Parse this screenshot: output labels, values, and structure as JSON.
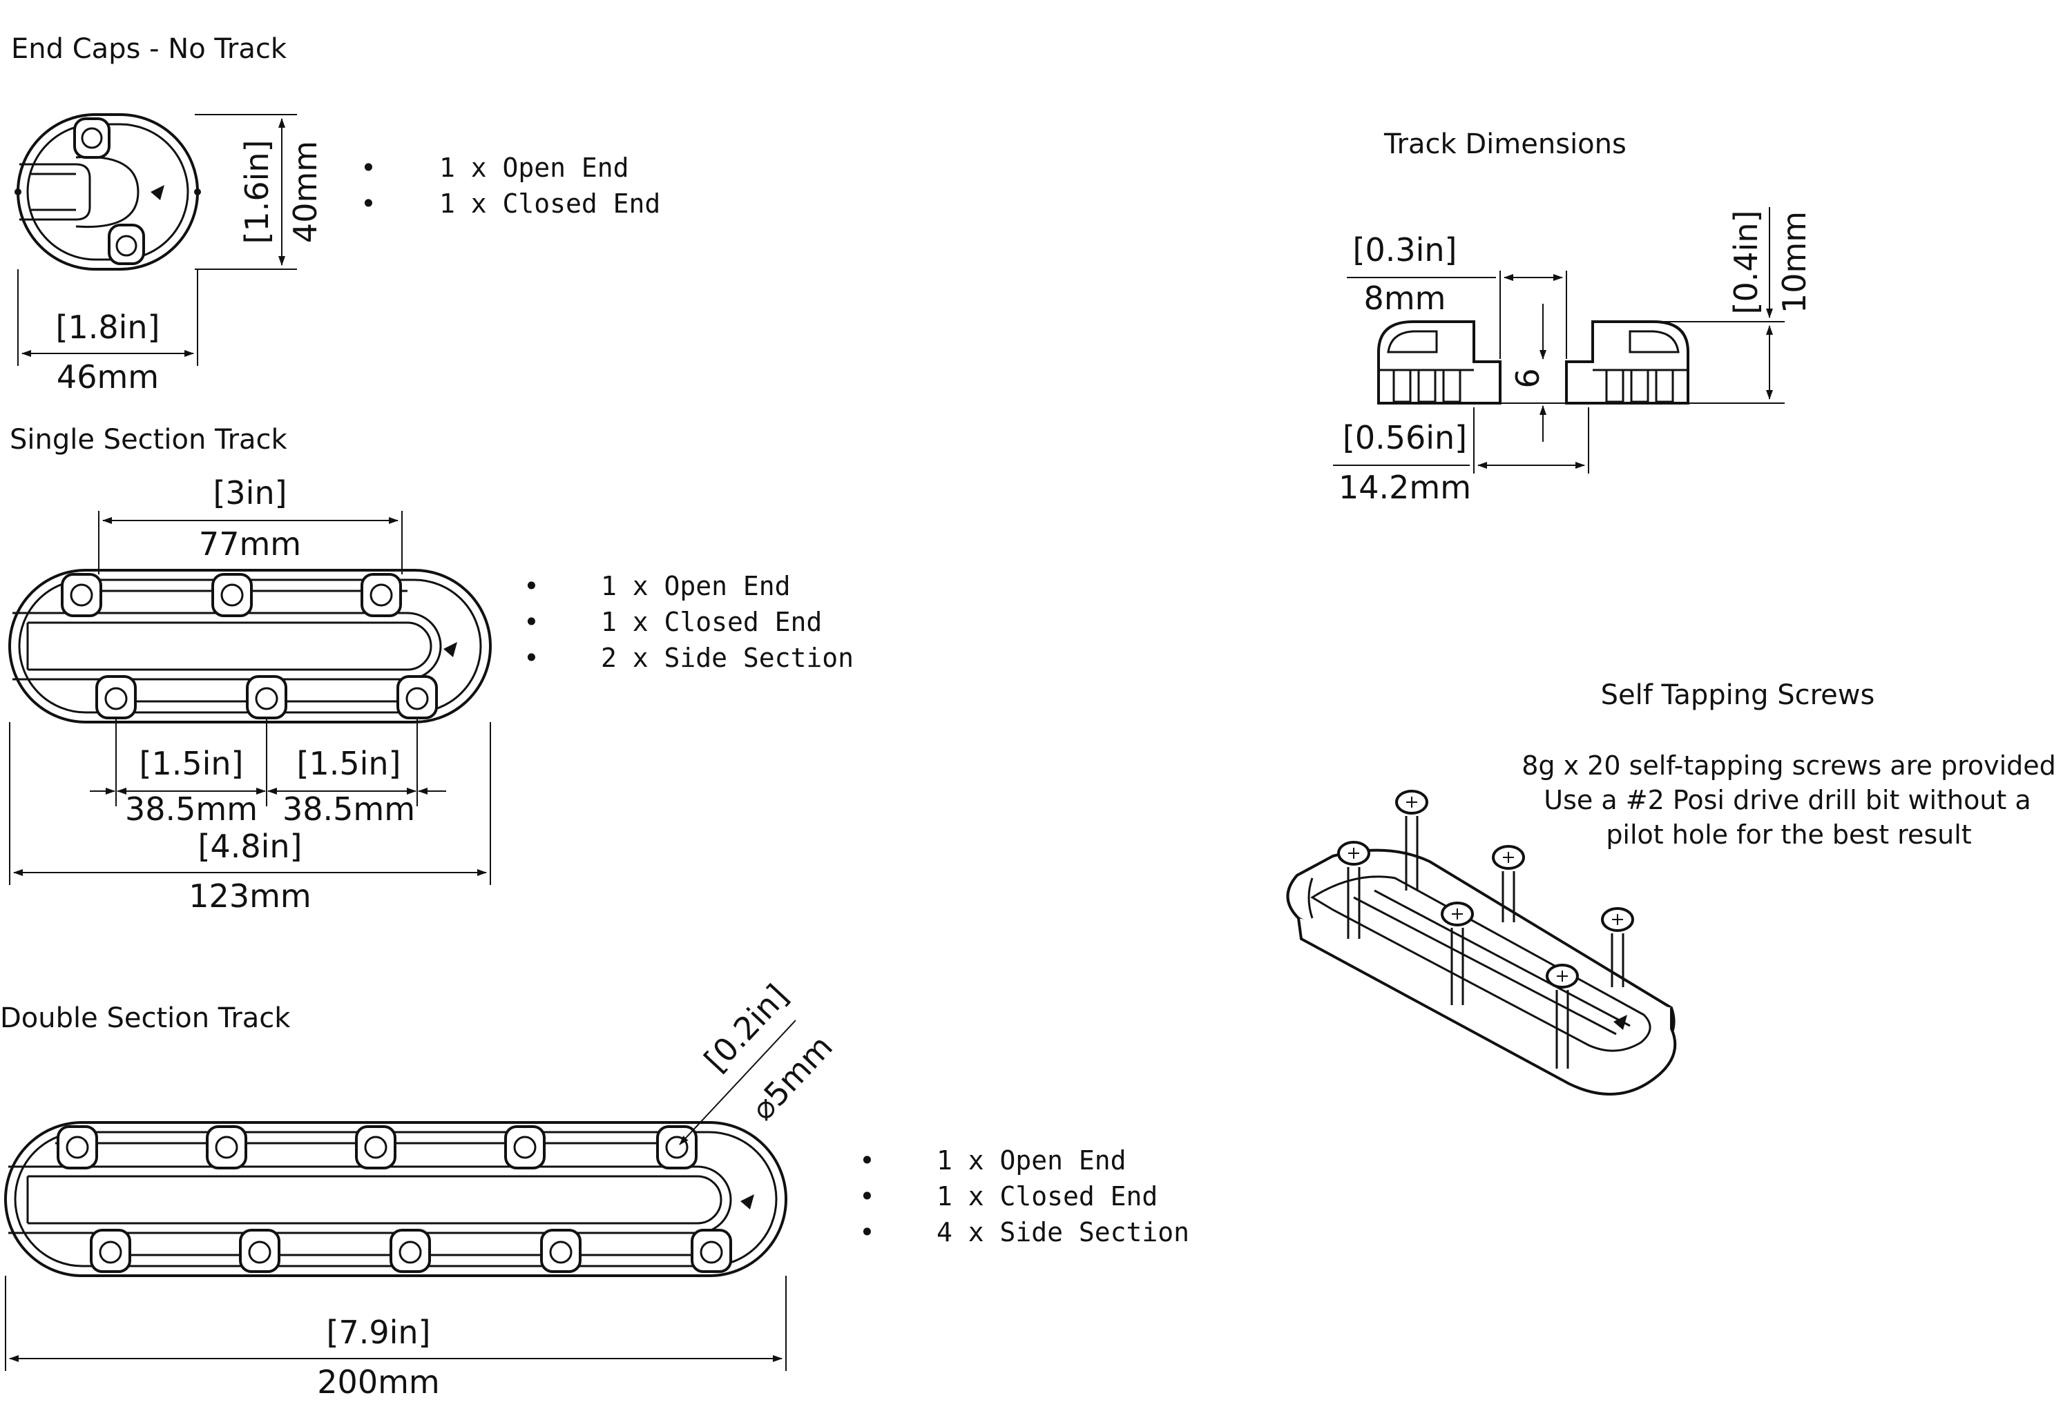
{
  "end_caps": {
    "title": "End Caps - No Track",
    "dims": {
      "height_in": "[1.6in]",
      "height_mm": "40mm",
      "width_in": "[1.8in]",
      "width_mm": "46mm"
    },
    "items": [
      "1 x Open End",
      "1 x Closed End"
    ]
  },
  "single_track": {
    "title": "Single Section Track",
    "dims": {
      "span_in": "[3in]",
      "span_mm": "77mm",
      "pitch_a_in": "[1.5in]",
      "pitch_b_in": "[1.5in]",
      "pitch_a_mm": "38.5mm",
      "pitch_b_mm": "38.5mm",
      "total_in": "[4.8in]",
      "total_mm": "123mm"
    },
    "items": [
      "1 x Open End",
      "1 x Closed End",
      "2 x Side Section"
    ]
  },
  "double_track": {
    "title": "Double Section Track",
    "dims": {
      "hole_in": "[0.2in]",
      "hole_mm": "⌀5mm",
      "total_in": "[7.9in]",
      "total_mm": "200mm"
    },
    "items": [
      "1 x Open End",
      "1 x Closed End",
      "4 x Side Section"
    ]
  },
  "track_dims": {
    "title": "Track Dimensions",
    "dims": {
      "top_in": "[0.3in]",
      "top_mm": "8mm",
      "slot": "6",
      "height_in": "[0.4in]",
      "height_mm": "10mm",
      "bottom_in": "[0.56in]",
      "bottom_mm": "14.2mm"
    }
  },
  "screws": {
    "title": "Self Tapping Screws",
    "lines": [
      "8g x 20 self-tapping screws are provided",
      "Use a #2 Posi drive drill bit without a",
      "pilot hole for the best result"
    ]
  },
  "bullet_glyph": "•"
}
